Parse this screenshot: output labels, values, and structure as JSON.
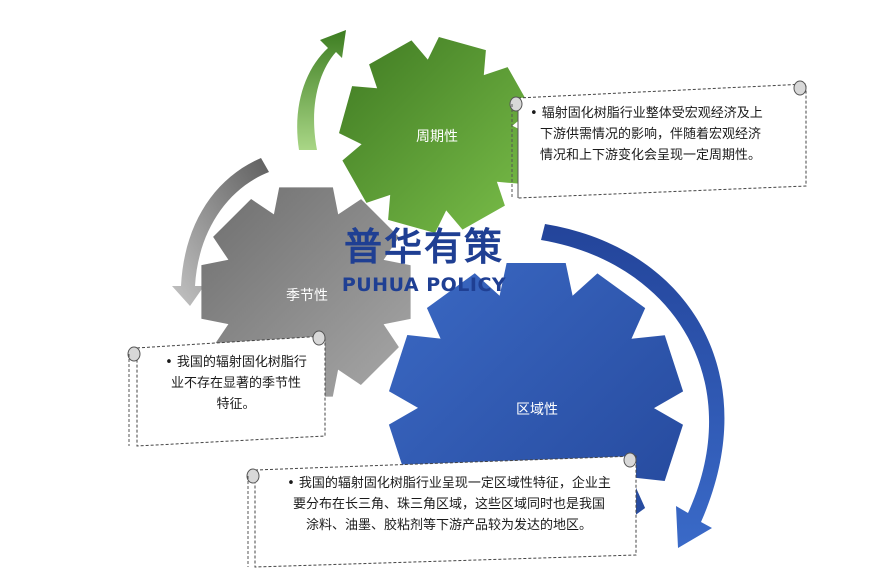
{
  "logo": {
    "cn": "普华有策",
    "en": "PUHUA POLICY"
  },
  "gears": [
    {
      "id": "cyclical",
      "label": "周期性",
      "color": "#5ea33a"
    },
    {
      "id": "seasonal",
      "label": "季节性",
      "color": "#8a8a8a"
    },
    {
      "id": "regional",
      "label": "区域性",
      "color": "#2e56ad"
    }
  ],
  "notes": {
    "cyclical": [
      "• 辐射固化树脂行业整体受宏观经济及上",
      "下游供需情况的影响，伴随着宏观经济",
      "情况和上下游变化会呈现一定周期性。"
    ],
    "seasonal": [
      "• 我国的辐射固化树脂行",
      "业不存在显著的季节性",
      "特征。"
    ],
    "regional": [
      "• 我国的辐射固化树脂行业呈现一定区域性特征，企业主",
      "要分布在长三角、珠三角区域，这些区域同时也是我国",
      "涂料、油墨、胶粘剂等下游产品较为发达的地区。"
    ]
  }
}
